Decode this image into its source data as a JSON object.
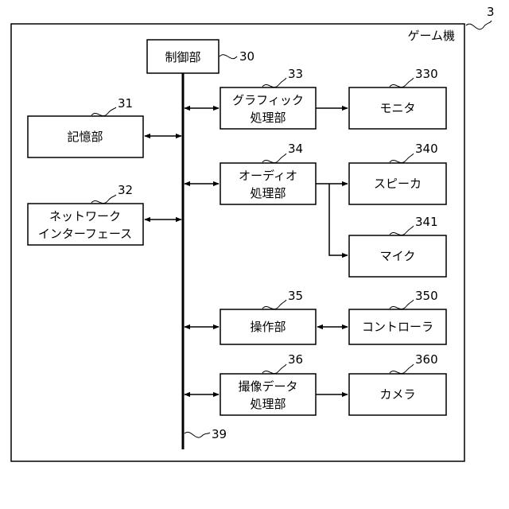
{
  "device": {
    "label": "ゲーム機",
    "ref": "3"
  },
  "controller": {
    "label": "制御部",
    "ref": "30"
  },
  "bus": {
    "ref": "39"
  },
  "memory": {
    "label": "記憶部",
    "ref": "31"
  },
  "network": {
    "line1": "ネットワーク",
    "line2": "インターフェース",
    "ref": "32"
  },
  "graphics": {
    "line1": "グラフィック",
    "line2": "処理部",
    "ref": "33"
  },
  "monitor": {
    "label": "モニタ",
    "ref": "330"
  },
  "audio": {
    "line1": "オーディオ",
    "line2": "処理部",
    "ref": "34"
  },
  "speaker": {
    "label": "スピーカ",
    "ref": "340"
  },
  "mic": {
    "label": "マイク",
    "ref": "341"
  },
  "operation": {
    "label": "操作部",
    "ref": "35"
  },
  "gamepad": {
    "label": "コントローラ",
    "ref": "350"
  },
  "imaging": {
    "line1": "撮像データ",
    "line2": "処理部",
    "ref": "36"
  },
  "camera": {
    "label": "カメラ",
    "ref": "360"
  }
}
